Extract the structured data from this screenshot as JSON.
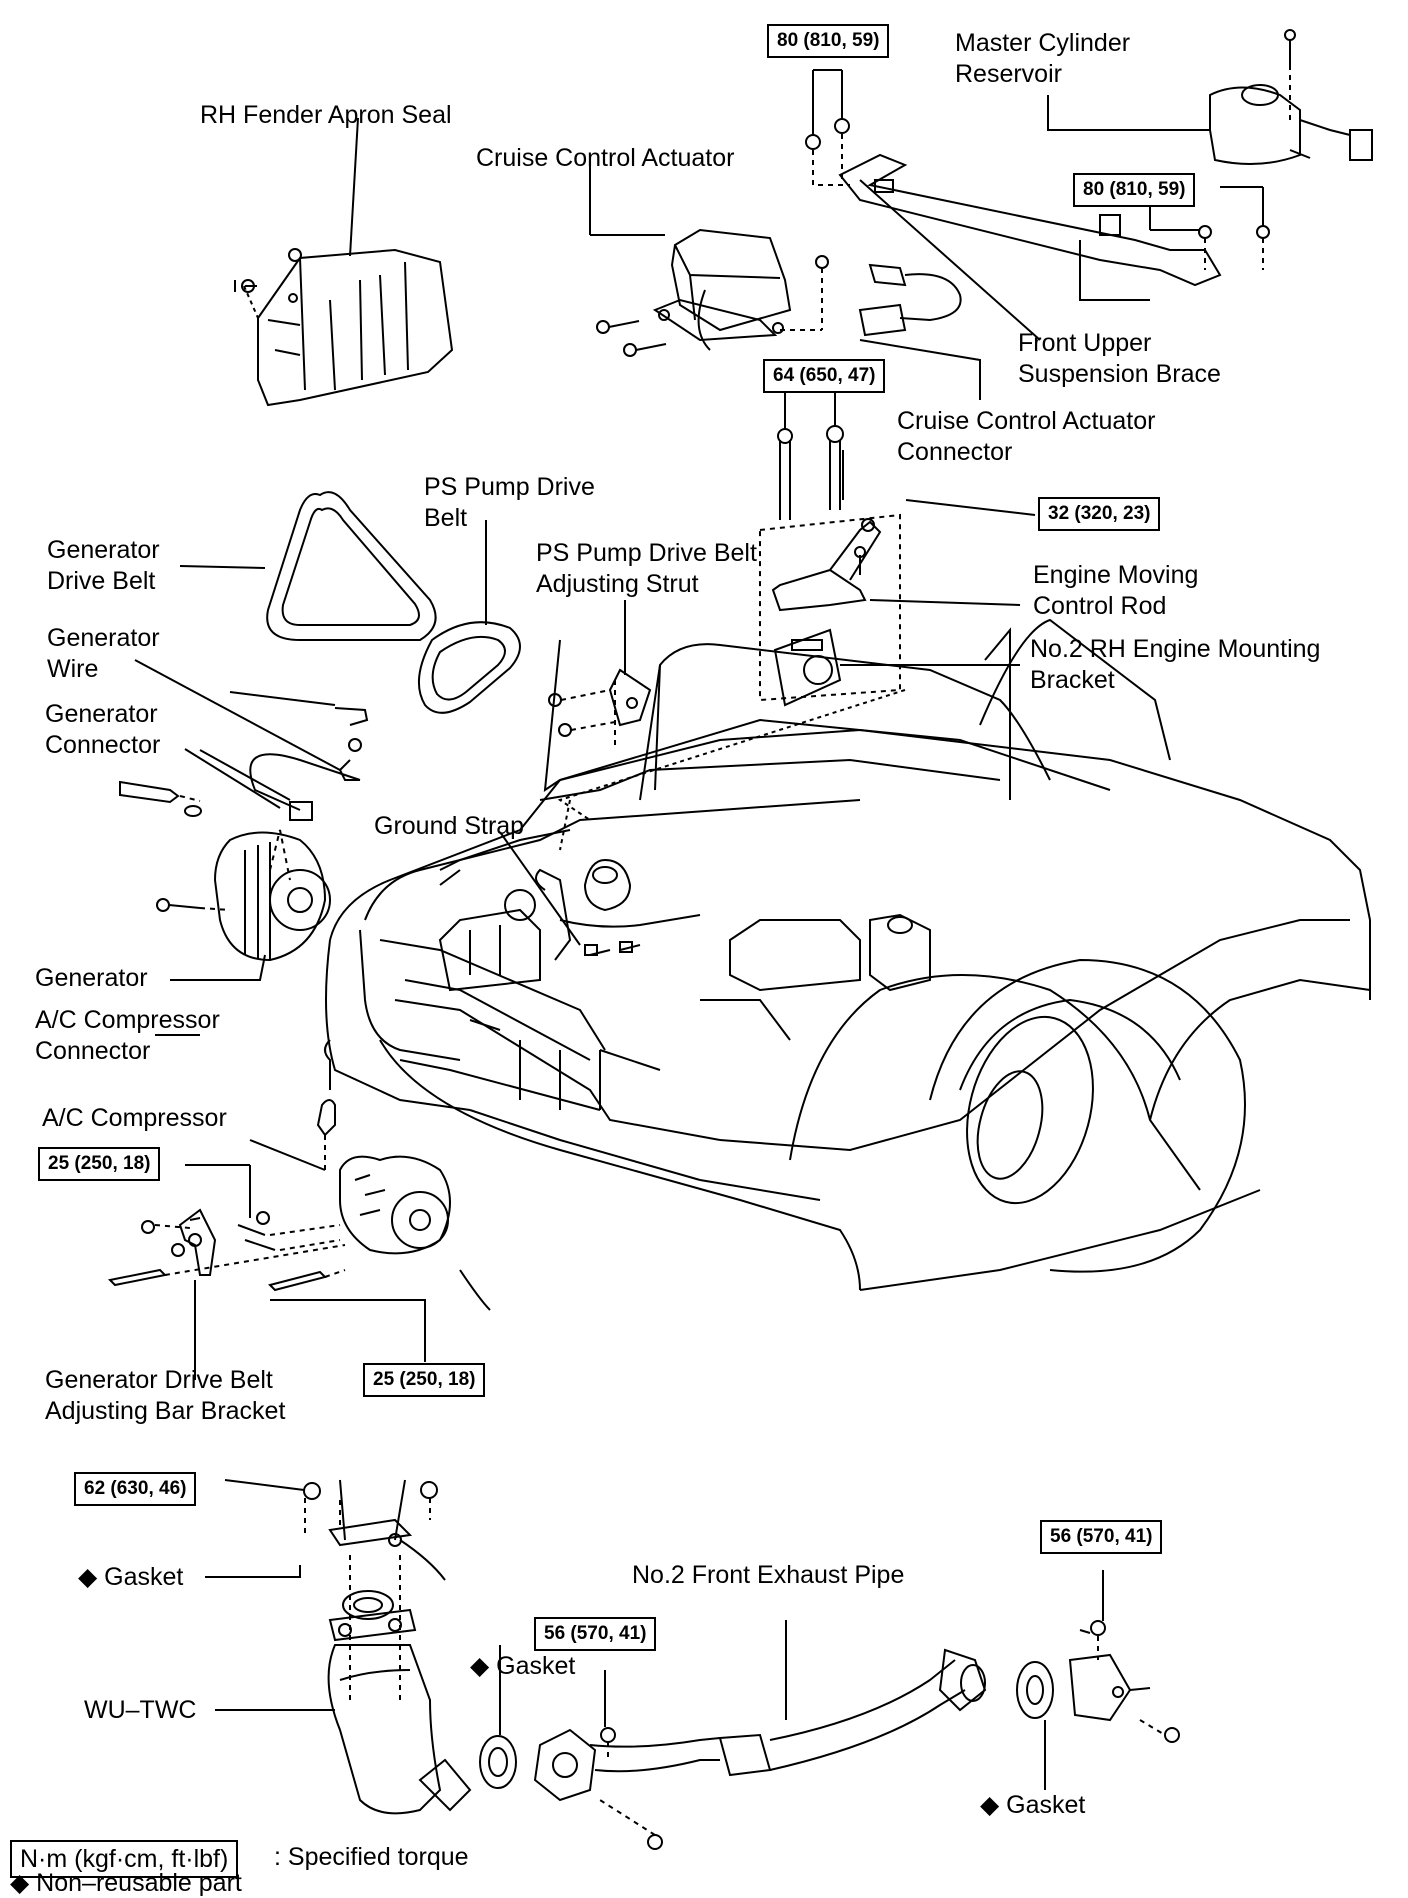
{
  "labels": {
    "master_cylinder_reservoir": "Master Cylinder\nReservoir",
    "rh_fender_apron_seal": "RH Fender Apron Seal",
    "cruise_control_actuator": "Cruise Control Actuator",
    "front_upper_suspension_brace": "Front Upper\nSuspension Brace",
    "cruise_control_actuator_connector": "Cruise Control Actuator\nConnector",
    "ps_pump_drive_belt": "PS Pump Drive\nBelt",
    "generator_drive_belt": "Generator\nDrive Belt",
    "ps_pump_drive_belt_adjusting_strut": "PS Pump Drive Belt\nAdjusting Strut",
    "engine_moving_control_rod": "Engine Moving\nControl Rod",
    "no2_rh_engine_mounting_bracket": "No.2 RH Engine Mounting\nBracket",
    "generator_wire": "Generator\nWire",
    "generator_connector": "Generator\nConnector",
    "ground_strap": "Ground Strap",
    "generator": "Generator",
    "ac_compressor_connector": "A/C Compressor\nConnector",
    "ac_compressor": "A/C Compressor",
    "generator_drive_belt_adjusting_bar_bracket": "Generator Drive Belt\nAdjusting Bar Bracket",
    "gasket_upper": "◆ Gasket",
    "no2_front_exhaust_pipe": "No.2 Front Exhaust Pipe",
    "gasket_middle": "◆ Gasket",
    "wu_twc": "WU–TWC",
    "gasket_right": "◆ Gasket"
  },
  "torque": {
    "brace_nuts_left": "80 (810, 59)",
    "brace_nuts_right": "80 (810, 59)",
    "mount_bolts": "64 (650, 47)",
    "control_rod_bolt": "32 (320, 23)",
    "compressor_upper": "25 (250, 18)",
    "compressor_lower": "25 (250, 18)",
    "twc_nuts": "62 (630, 46)",
    "exhaust_right": "56 (570, 41)",
    "exhaust_middle": "56 (570, 41)"
  },
  "legend": {
    "torque_unit": "N·m (kgf·cm, ft·lbf)",
    "torque_desc": ": Specified torque",
    "nonreusable": "◆ Non–reusable part"
  }
}
